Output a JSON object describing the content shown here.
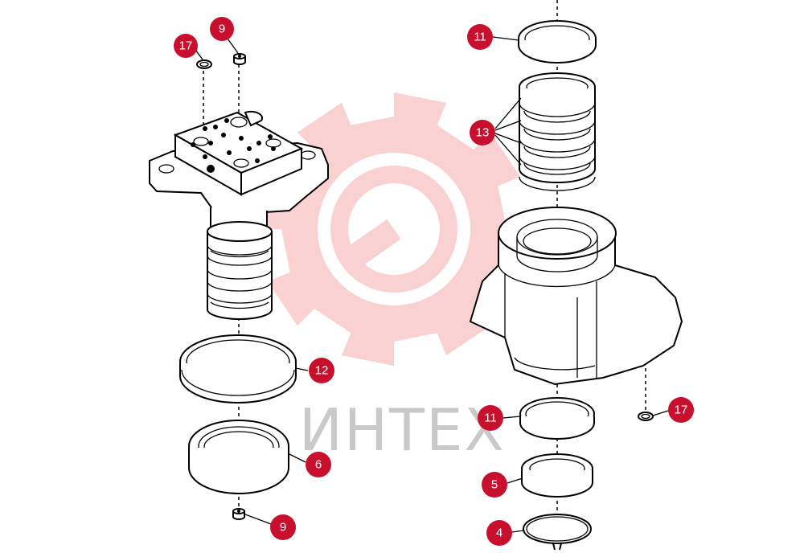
{
  "watermark": {
    "text": "ИНТЕХ",
    "gear_color": "#e8312f"
  },
  "callout_color": "#c8102e",
  "callouts": [
    {
      "id": "c17a",
      "label": "17"
    },
    {
      "id": "c9a",
      "label": "9"
    },
    {
      "id": "c12",
      "label": "12"
    },
    {
      "id": "c6",
      "label": "6"
    },
    {
      "id": "c9b",
      "label": "9"
    },
    {
      "id": "c11a",
      "label": "11"
    },
    {
      "id": "c13",
      "label": "13"
    },
    {
      "id": "c17b",
      "label": "17"
    },
    {
      "id": "c11b",
      "label": "11"
    },
    {
      "id": "c5",
      "label": "5"
    },
    {
      "id": "c4",
      "label": "4"
    }
  ]
}
